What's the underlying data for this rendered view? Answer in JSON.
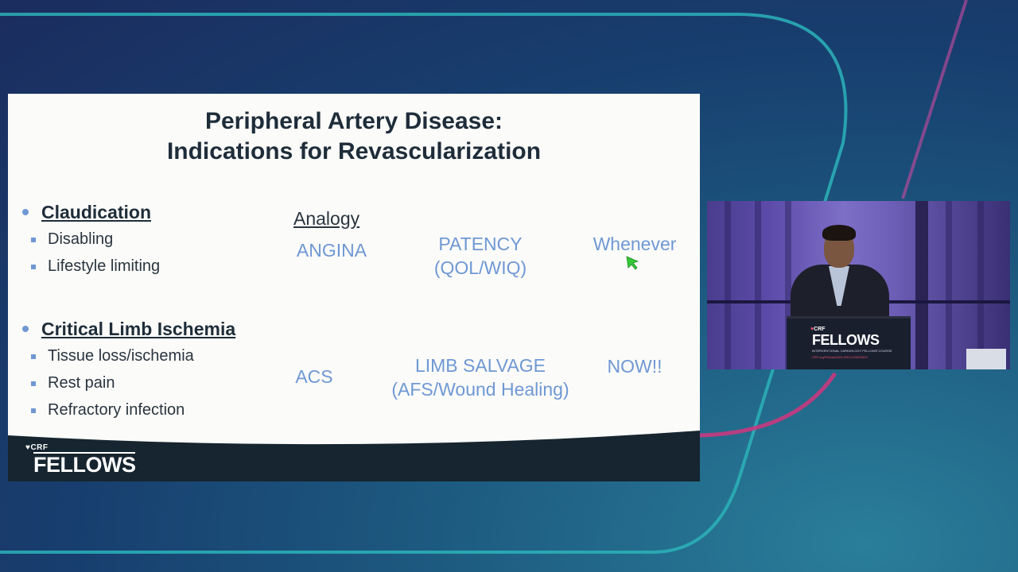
{
  "slide": {
    "title_line1": "Peripheral Artery Disease:",
    "title_line2": "Indications for Revascularization",
    "sections": [
      {
        "heading": "Claudication",
        "items": [
          "Disabling",
          "Lifestyle limiting"
        ],
        "analogy": "ANGINA",
        "goal": [
          "PATENCY",
          "(QOL/WIQ)"
        ],
        "timing": "Whenever"
      },
      {
        "heading": "Critical Limb Ischemia",
        "items": [
          "Tissue loss/ischemia",
          "Rest pain",
          "Refractory infection"
        ],
        "analogy": "ACS",
        "goal": [
          "LIMB SALVAGE",
          "(AFS/Wound Healing)"
        ],
        "timing": "NOW!!"
      }
    ],
    "analogy_header": "Analogy",
    "logo": {
      "small": "CRF",
      "main": "FELLOWS"
    }
  },
  "video": {
    "podium_small": "CRF",
    "podium_main": "FELLOWS",
    "podium_sub": "INTERVENTIONAL CARDIOLOGY FELLOWS COURSE",
    "podium_url": "CRF.org/Fellows2023 #FELLOWS2023"
  },
  "colors": {
    "accent_blue": "#6f98d4",
    "slide_bg": "#fbfbf9",
    "footer_band": "#16252f",
    "line_teal": "#2bb3b8",
    "line_magenta": "#c63a7e"
  }
}
